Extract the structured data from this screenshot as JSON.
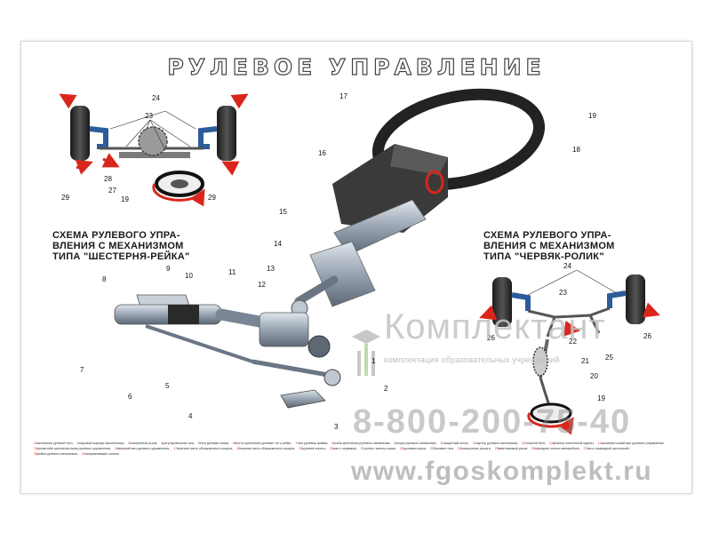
{
  "title": "РУЛЕВОЕ  УПРАВЛЕНИЕ",
  "captions": {
    "rack": [
      "СХЕМА РУЛЕВОГО УПРА-",
      "ВЛЕНИЯ С МЕХАНИЗМОМ",
      "ТИПА \"ШЕСТЕРНЯ-РЕЙКА\""
    ],
    "worm": [
      "СХЕМА РУЛЕВОГО УПРА-",
      "ВЛЕНИЯ С МЕХАНИЗМОМ",
      "ТИПА \"ЧЕРВЯК-РОЛИК\""
    ]
  },
  "labels": [
    "1",
    "2",
    "3",
    "4",
    "5",
    "6",
    "7",
    "8",
    "9",
    "10",
    "11",
    "12",
    "13",
    "14",
    "15",
    "16",
    "17",
    "18",
    "19",
    "20",
    "21",
    "22",
    "23",
    "24",
    "25",
    "26",
    "27",
    "28",
    "29"
  ],
  "legend": [
    {
      "num": "1",
      "text": "наконечник рулевой тяги,"
    },
    {
      "num": "2",
      "text": "шаровой шарнир наконечника,"
    },
    {
      "num": "3",
      "text": "поворотный рычаг,"
    },
    {
      "num": "4",
      "text": "регулировочная тяга,"
    },
    {
      "num": "5",
      "text": "тяга рулевая левая,"
    },
    {
      "num": "6",
      "text": "болты крепления рулевых тяг к рейке,"
    },
    {
      "num": "7",
      "text": "тяга рулевая правая,"
    },
    {
      "num": "8",
      "text": "скоба крепления рулевого механизма,"
    },
    {
      "num": "9",
      "text": "опора рулевого механизма,"
    },
    {
      "num": "10",
      "text": "защитный чехол,"
    },
    {
      "num": "11",
      "text": "картер рулевого механизма,"
    },
    {
      "num": "12",
      "text": "стяжной болт,"
    },
    {
      "num": "13",
      "text": "фланец эластичной муфты,"
    },
    {
      "num": "14",
      "text": "промежуточный вал рулевого управления,"
    },
    {
      "num": "15",
      "text": "кронштейн крепления вала рулевого управления,"
    },
    {
      "num": "16",
      "text": "верхний вал рулевого управления,"
    },
    {
      "num": "17",
      "text": "верхняя часть облицовочного кожуха,"
    },
    {
      "num": "18",
      "text": "нижняя часть облицовочного кожуха,"
    },
    {
      "num": "19",
      "text": "рулевое колесо,"
    },
    {
      "num": "20",
      "text": "вал с червяком,"
    },
    {
      "num": "21",
      "text": "ролик с валом сошки,"
    },
    {
      "num": "22",
      "text": "рулевая сошка,"
    },
    {
      "num": "23",
      "text": "боковые тяги,"
    },
    {
      "num": "24",
      "text": "поворотные рычаги,"
    },
    {
      "num": "25",
      "text": "маятниковый рычаг,"
    },
    {
      "num": "26",
      "text": "передние колеса автомобиля,"
    },
    {
      "num": "27",
      "text": "вал с приводной шестерней,"
    },
    {
      "num": "28",
      "text": "рейка рулевого механизма,"
    },
    {
      "num": "29",
      "text": "направляющие колеса"
    }
  ],
  "watermark": {
    "name": "Комплектант",
    "subtitle": "комплектация образовательных учреждений",
    "phone": "8-800-200-75-40",
    "site": "www.fgoskomplekt.ru"
  },
  "colors": {
    "accent_red": "#d9261c",
    "steel": "#8f9aa8",
    "dark_body": "#3a3a3a",
    "bracket_blue": "#2c5c9a"
  }
}
